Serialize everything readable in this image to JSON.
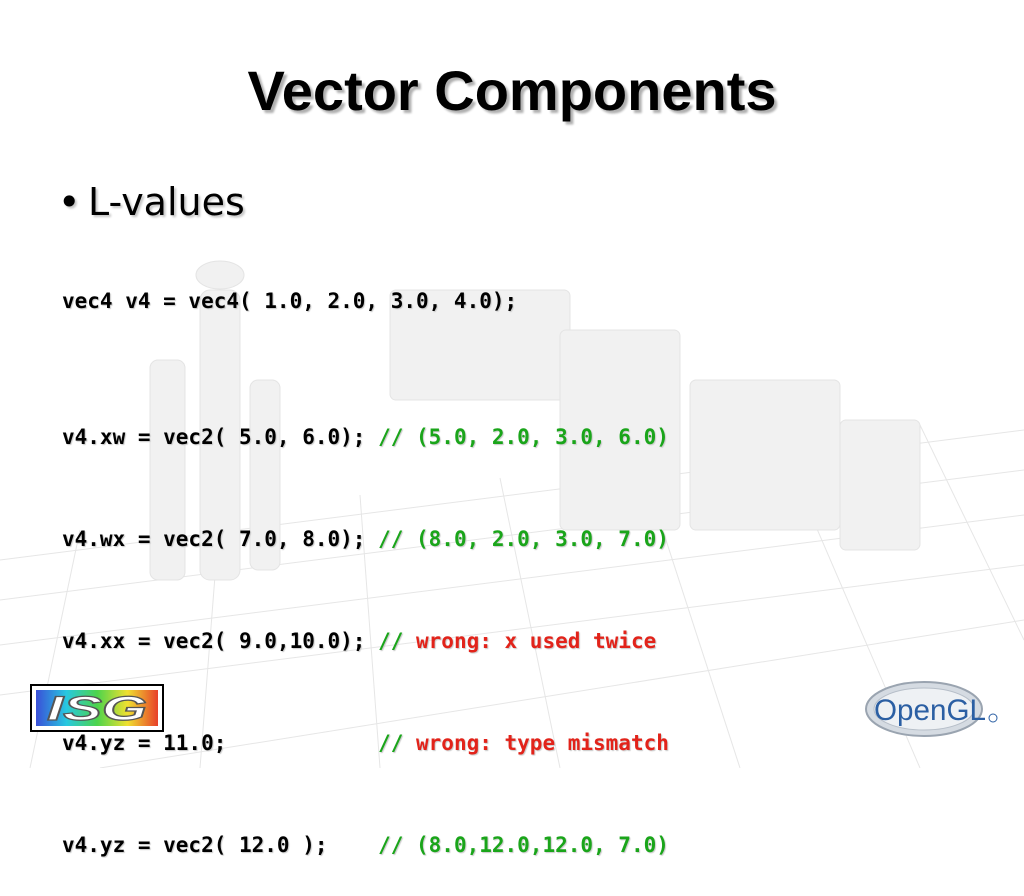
{
  "slide": {
    "title": "Vector Components",
    "bullet": "L-values"
  },
  "code": {
    "declaration": "vec4 v4 = vec4( 1.0, 2.0, 3.0, 4.0);",
    "lines": [
      {
        "code": "v4.xw = vec2( 5.0, 6.0); ",
        "comment_prefix": "// ",
        "comment": "(5.0, 2.0, 3.0, 6.0)",
        "comment_color": "#1aa51a"
      },
      {
        "code": "v4.wx = vec2( 7.0, 8.0); ",
        "comment_prefix": "// ",
        "comment": "(8.0, 2.0, 3.0, 7.0)",
        "comment_color": "#1aa51a"
      },
      {
        "code": "v4.xx = vec2( 9.0,10.0); ",
        "comment_prefix": "// ",
        "comment": "wrong: x used twice",
        "comment_color": "#e2231a"
      },
      {
        "code": "v4.yz = 11.0;            ",
        "comment_prefix": "// ",
        "comment": "wrong: type mismatch",
        "comment_color": "#e2231a"
      },
      {
        "code": "v4.yz = vec2( 12.0 );    ",
        "comment_prefix": "// ",
        "comment": "(8.0,12.0,12.0, 7.0)",
        "comment_color": "#1aa51a"
      }
    ]
  },
  "logos": {
    "left_text": "ISG",
    "right_text": "OpenGL"
  },
  "colors": {
    "comment_ok": "#1aa51a",
    "comment_error": "#e2231a",
    "opengl_blue": "#2b5fa3"
  }
}
